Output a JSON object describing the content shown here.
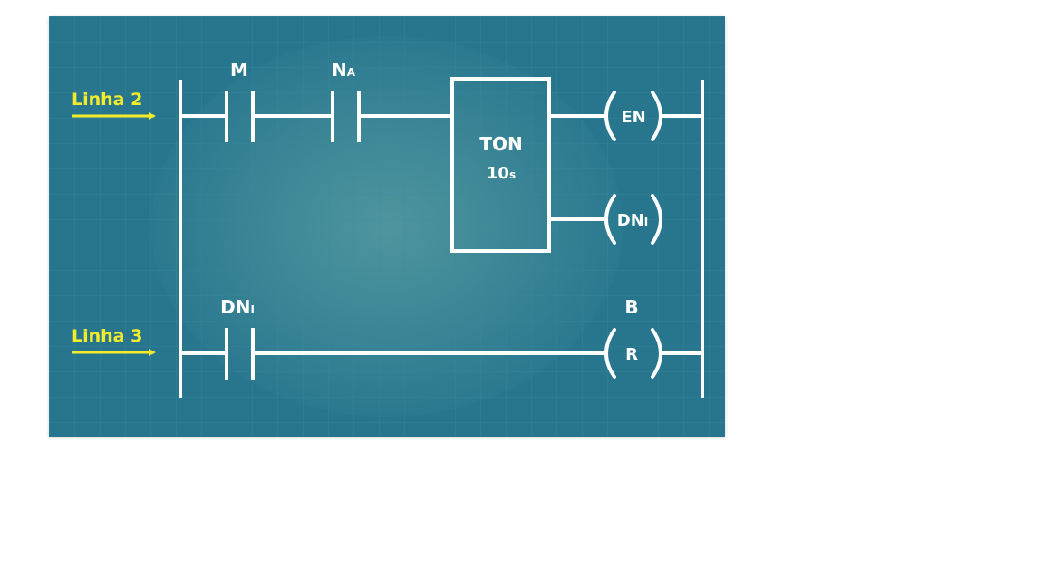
{
  "colors": {
    "background": "#27768e",
    "background_glow": "#4f959e",
    "grid": "#3a8aa0",
    "wire": "#ffffff",
    "text": "#ffffff",
    "line_label": "#f4ec2a"
  },
  "rungs": [
    {
      "label": "Linha 2",
      "contacts": [
        {
          "main": "M",
          "sub": ""
        },
        {
          "main": "N",
          "sub": "A"
        }
      ],
      "timer": {
        "type": "TON",
        "preset_value": "10",
        "preset_unit": "s"
      },
      "coils": [
        {
          "main": "EN",
          "sub": ""
        },
        {
          "main": "DN",
          "sub": "I"
        }
      ]
    },
    {
      "label": "Linha 3",
      "contacts": [
        {
          "main": "DN",
          "sub": "I"
        }
      ],
      "coil": {
        "name": "B",
        "inner": "R"
      }
    }
  ]
}
